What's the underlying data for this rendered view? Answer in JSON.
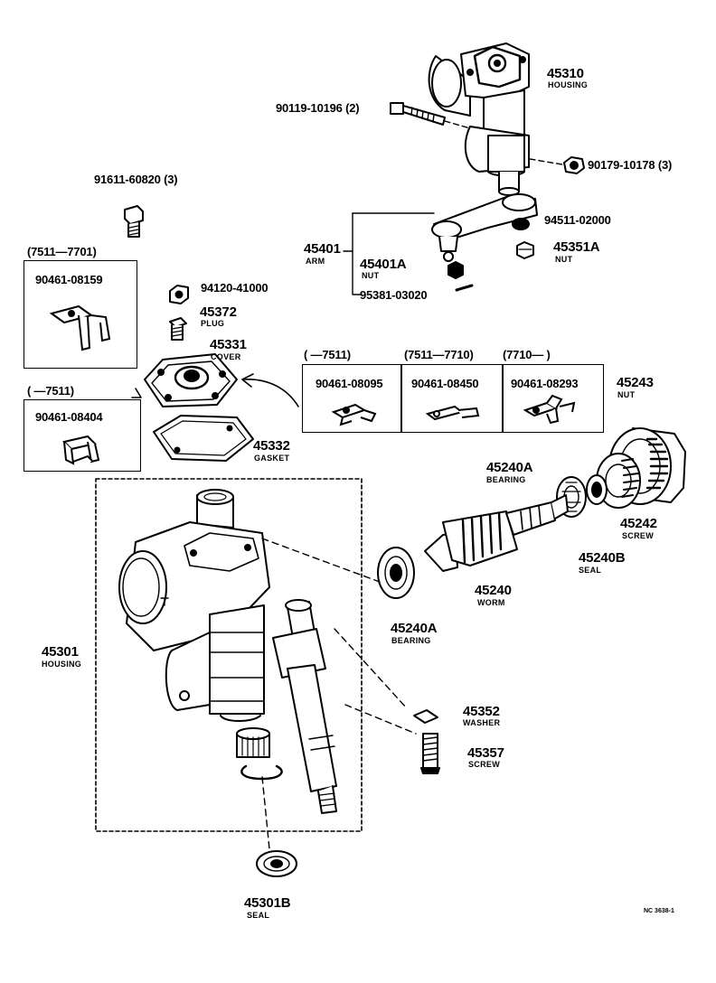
{
  "parts": {
    "p45310": {
      "num": "45310",
      "name": "HOUSING"
    },
    "p90119": {
      "num": "90119-10196 (2)"
    },
    "p90179": {
      "num": "90179-10178 (3)"
    },
    "p91611": {
      "num": "91611-60820 (3)"
    },
    "p94511": {
      "num": "94511-02000"
    },
    "p45401": {
      "num": "45401",
      "name": "ARM"
    },
    "p45401A": {
      "num": "45401A",
      "name": "NUT"
    },
    "p45351A": {
      "num": "45351A",
      "name": "NUT"
    },
    "p95381": {
      "num": "95381-03020"
    },
    "p94120": {
      "num": "94120-41000"
    },
    "p45372": {
      "num": "45372",
      "name": "PLUG"
    },
    "p45331": {
      "num": "45331",
      "name": "COVER"
    },
    "p45332": {
      "num": "45332",
      "name": "GASKET"
    },
    "p45243": {
      "num": "45243",
      "name": "NUT"
    },
    "p45240A_top": {
      "num": "45240A",
      "name": "BEARING"
    },
    "p45242": {
      "num": "45242",
      "name": "SCREW"
    },
    "p45240B": {
      "num": "45240B",
      "name": "SEAL"
    },
    "p45240": {
      "num": "45240",
      "name": "WORM"
    },
    "p45240A_bot": {
      "num": "45240A",
      "name": "BEARING"
    },
    "p45301": {
      "num": "45301",
      "name": "HOUSING"
    },
    "p45352": {
      "num": "45352",
      "name": "WASHER"
    },
    "p45357": {
      "num": "45357",
      "name": "SCREW"
    },
    "p45301B": {
      "num": "45301B",
      "name": "SEAL"
    }
  },
  "brackets": {
    "b1": {
      "range": "(7511—7701)",
      "part": "90461-08159"
    },
    "b2": {
      "range": "(     —7511)",
      "part": "90461-08404"
    },
    "b3": {
      "range": "(     —7511)",
      "part": "90461-08095"
    },
    "b4": {
      "range": "(7511—7710)",
      "part": "90461-08450"
    },
    "b5": {
      "range": "(7710—        )",
      "part": "90461-08293"
    }
  },
  "footer": {
    "code": "NC 3638-1"
  }
}
